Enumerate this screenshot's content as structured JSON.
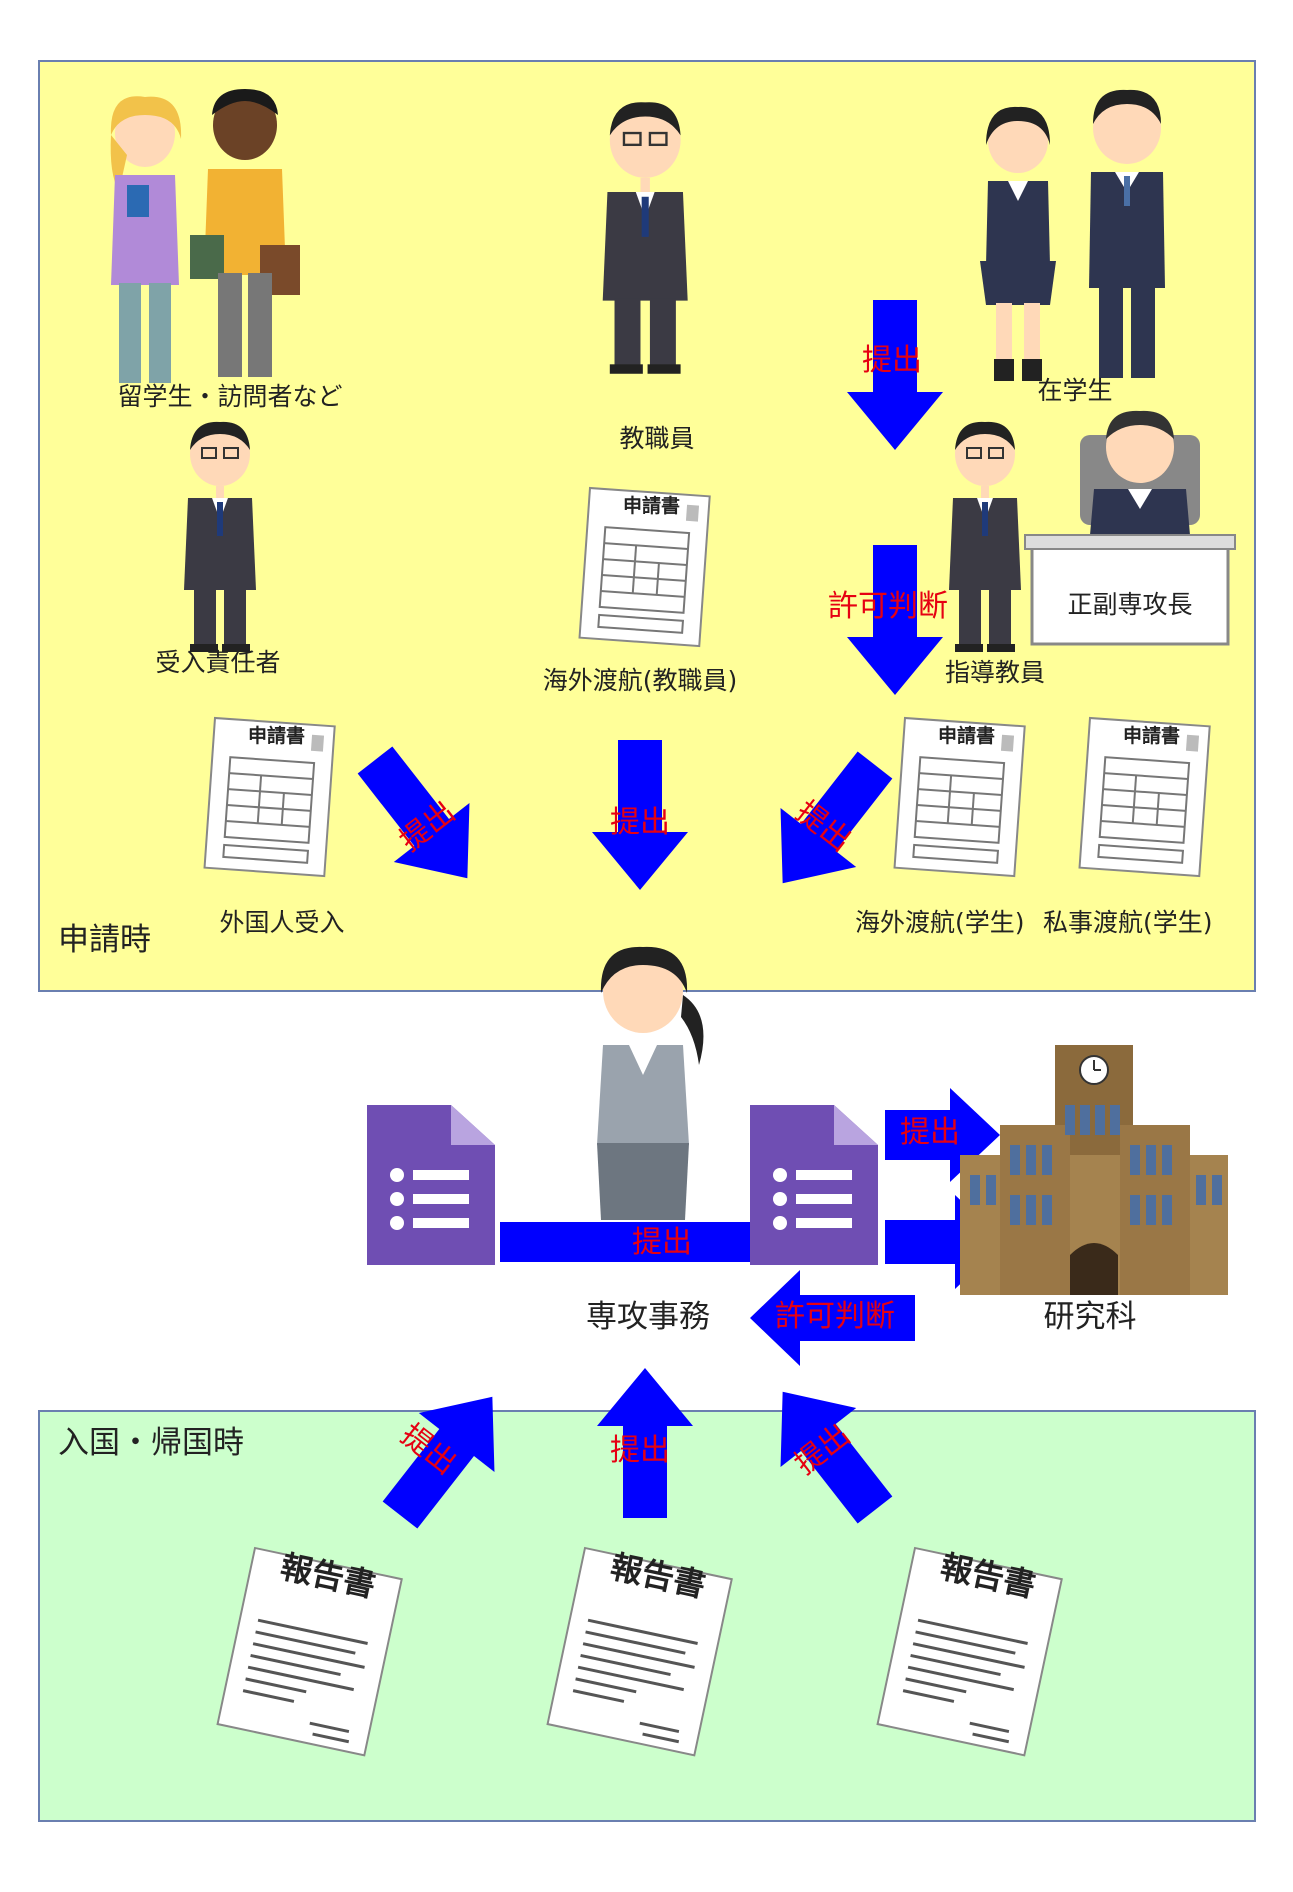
{
  "sections": {
    "application": "申請時",
    "entry_return": "入国・帰国時"
  },
  "people": {
    "foreign_visitors": "留学生・訪問者など",
    "host_supervisor": "受入責任者",
    "staff": "教職員",
    "students": "在学生",
    "advisor": "指導教員",
    "major_head": "正副専攻長",
    "office": "専攻事務",
    "graduate_school": "研究科"
  },
  "documents": {
    "form_title": "申請書",
    "report_title": "報告書",
    "foreign_acceptance": "外国人受入",
    "staff_overseas": "海外渡航(教職員)",
    "student_overseas": "海外渡航(学生)",
    "student_private": "私事渡航(学生)"
  },
  "actions": {
    "submit": "提出",
    "approval": "許可判断"
  },
  "colors": {
    "application_bg": "#ffff99",
    "entry_bg": "#ccffcc",
    "arrow": "#0000ff",
    "action_text": "#e60012",
    "forms_icon": "#6f4eb3"
  }
}
